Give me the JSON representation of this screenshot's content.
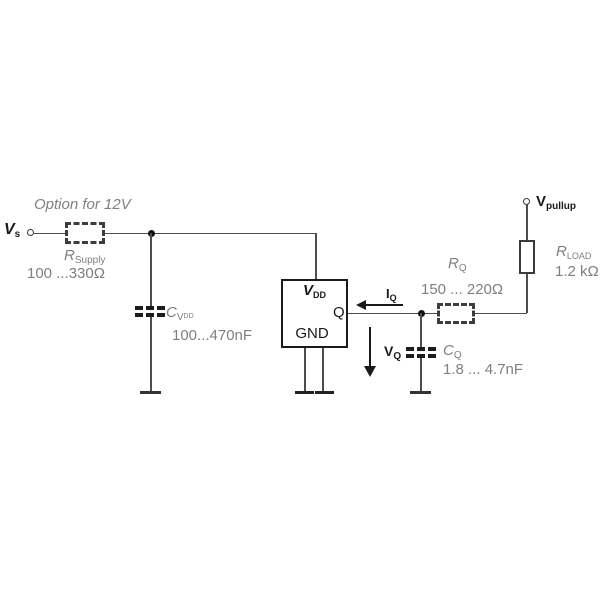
{
  "schematic": {
    "option_note": "Option for 12V",
    "vs": {
      "symbol": "V",
      "sub": "s"
    },
    "vpullup": {
      "symbol": "V",
      "sub": "pullup"
    },
    "r_supply": {
      "symbol": "R",
      "sub": "Supply",
      "value": "100 ...330Ω"
    },
    "c_vdd": {
      "symbol": "C",
      "sub": "V",
      "subsub": "DD",
      "value": "100...470nF"
    },
    "ic": {
      "vdd_pin": {
        "symbol": "V",
        "sub": "DD"
      },
      "q_pin": "Q",
      "gnd_pin": "GND"
    },
    "i_q": {
      "symbol": "I",
      "sub": "Q"
    },
    "v_q": {
      "symbol": "V",
      "sub": "Q"
    },
    "r_q": {
      "symbol": "R",
      "sub": "Q",
      "value": "150 ... 220Ω"
    },
    "c_q": {
      "symbol": "C",
      "sub": "Q",
      "value": "1.8 ... 4.7nF"
    },
    "r_load": {
      "symbol": "R",
      "sub": "LOAD",
      "value": "1.2 kΩ"
    }
  },
  "colors": {
    "label_gray": "#7f7f7f",
    "ink_black": "#1a1a1a",
    "wire_gray": "#4d4d4d",
    "background": "#ffffff"
  }
}
